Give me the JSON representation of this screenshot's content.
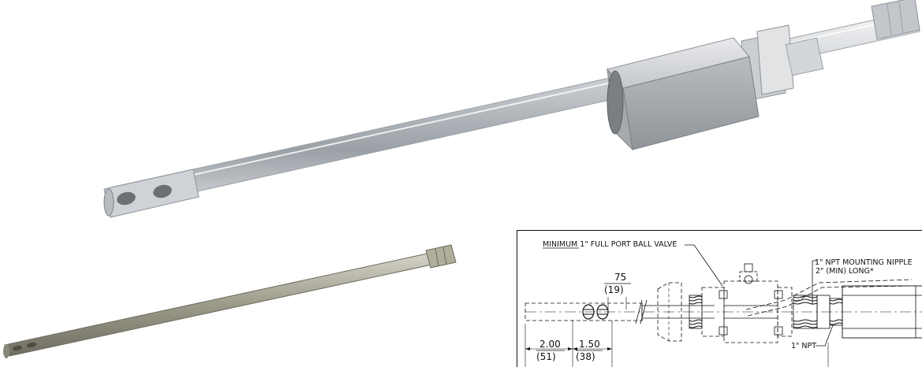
{
  "drawing": {
    "labels": {
      "valve": "MINIMUM 1\" FULL PORT BALL VALVE",
      "nipple_line1": "1\" NPT MOUNTING NIPPLE",
      "nipple_line2": "2\" (MIN) LONG*",
      "npt": "1\" NPT"
    },
    "dimensions": {
      "top_in": "75",
      "top_mm": "(19)",
      "left_in": "2.00",
      "left_mm": "(51)",
      "mid_in": "1.50",
      "mid_mm": "(38)"
    }
  }
}
